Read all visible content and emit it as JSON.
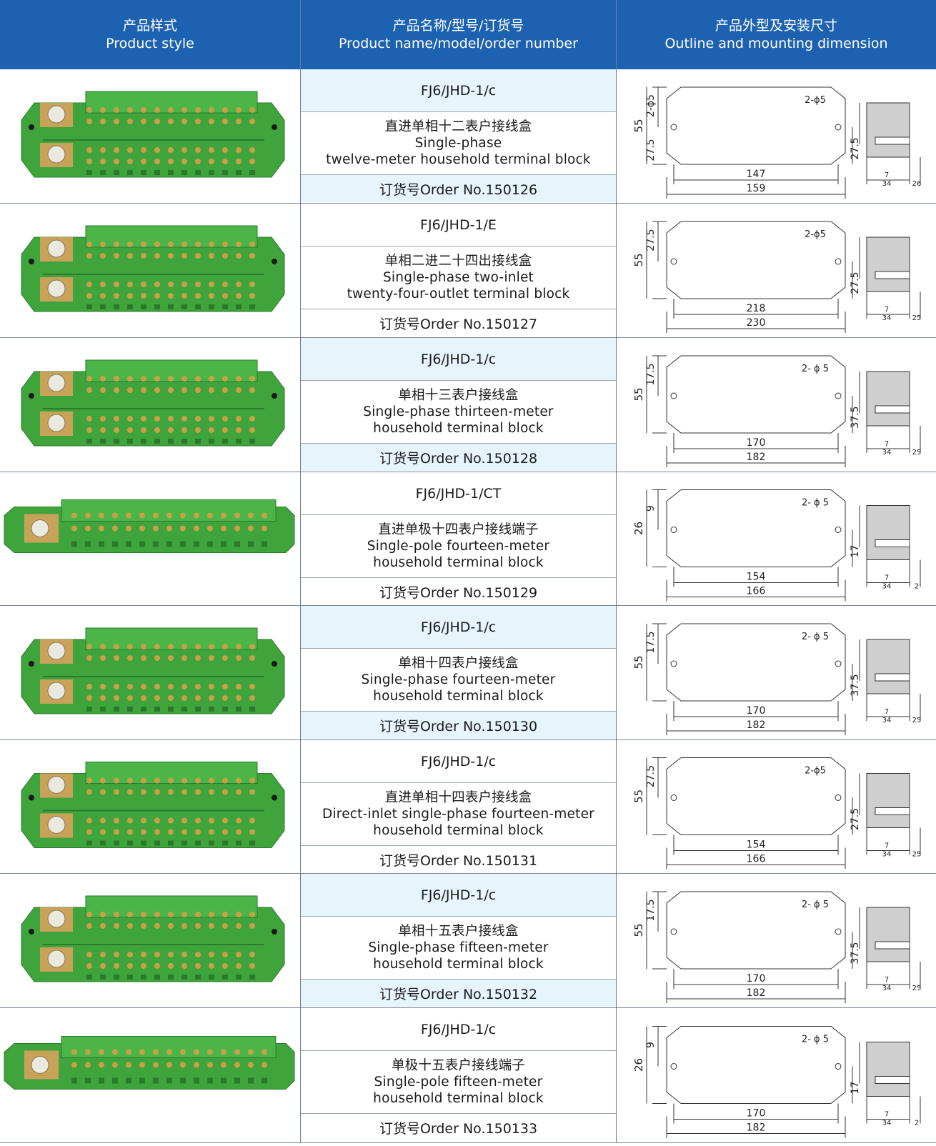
{
  "header": {
    "col1_cn": "产品样式",
    "col1_en": "Product style",
    "col2_cn": "产品名称/型号/订货号",
    "col2_en": "Product name/model/order number",
    "col3_cn": "产品外型及安装尺寸",
    "col3_en": "Outline and mounting dimension"
  },
  "colors": {
    "header_bg": "#1d62b0",
    "row_tint": "#e6f4fc",
    "product_green": "#3fa43c"
  },
  "products": [
    {
      "model": "FJ6/JHD-1/c",
      "name_cn": "直进单相十二表户接线盒",
      "name_en1": "Single-phase",
      "name_en2": "twelve-meter household terminal block",
      "order": "订货号Order No.150126",
      "dims": {
        "height": "55",
        "top": "2-ϕ5",
        "left_lower": "27.5",
        "hole": "2-ϕ5",
        "right": "27.5",
        "inner": "147",
        "outer": "159",
        "side_a": "7",
        "side_b": "34",
        "side_c": "26"
      }
    },
    {
      "model": "FJ6/JHD-1/E",
      "name_cn": "单相二进二十四出接线盒",
      "name_en1": "Single-phase two-inlet",
      "name_en2": "twenty-four-outlet terminal block",
      "order": "订货号Order No.150127",
      "dims": {
        "height": "55",
        "top": "27.5",
        "left_lower": "",
        "hole": "2-ϕ5",
        "right": "27.5",
        "inner": "218",
        "outer": "230",
        "side_a": "7",
        "side_b": "34",
        "side_c": "25"
      }
    },
    {
      "model": "FJ6/JHD-1/c",
      "name_cn": "单相十三表户接线盒",
      "name_en1": "Single-phase thirteen-meter",
      "name_en2": "household terminal block",
      "order": "订货号Order No.150128",
      "dims": {
        "height": "55",
        "top": "17.5",
        "left_lower": "",
        "hole": "2- ϕ 5",
        "right": "37.5",
        "inner": "170",
        "outer": "182",
        "side_a": "7",
        "side_b": "34",
        "side_c": "25"
      }
    },
    {
      "model": "FJ6/JHD-1/CT",
      "name_cn": "直进单极十四表户接线端子",
      "name_en1": "Single-pole fourteen-meter",
      "name_en2": "household terminal block",
      "order": "订货号Order No.150129",
      "dims": {
        "height": "26",
        "top": "9",
        "left_lower": "",
        "hole": "2- ϕ 5",
        "right": "17",
        "inner": "154",
        "outer": "166",
        "side_a": "7",
        "side_b": "34",
        "side_c": "2"
      }
    },
    {
      "model": "FJ6/JHD-1/c",
      "name_cn": "单相十四表户接线盒",
      "name_en1": "Single-phase fourteen-meter",
      "name_en2": "household terminal block",
      "order": "订货号Order No.150130",
      "dims": {
        "height": "55",
        "top": "17.5",
        "left_lower": "",
        "hole": "2- ϕ 5",
        "right": "37.5",
        "inner": "170",
        "outer": "182",
        "side_a": "7",
        "side_b": "34",
        "side_c": "25"
      }
    },
    {
      "model": "FJ6/JHD-1/c",
      "name_cn": "直进单相十四表户接线盒",
      "name_en1": "Direct-inlet single-phase fourteen-meter",
      "name_en2": "household terminal block",
      "order": "订货号Order No.150131",
      "dims": {
        "height": "55",
        "top": "27.5",
        "left_lower": "",
        "hole": "2-ϕ5",
        "right": "27.5",
        "inner": "154",
        "outer": "166",
        "side_a": "7",
        "side_b": "34",
        "side_c": "25"
      }
    },
    {
      "model": "FJ6/JHD-1/c",
      "name_cn": "单相十五表户接线盒",
      "name_en1": "Single-phase fifteen-meter",
      "name_en2": "household terminal block",
      "order": "订货号Order No.150132",
      "dims": {
        "height": "55",
        "top": "17.5",
        "left_lower": "",
        "hole": "2- ϕ 5",
        "right": "37.5",
        "inner": "170",
        "outer": "182",
        "side_a": "7",
        "side_b": "34",
        "side_c": "25"
      }
    },
    {
      "model": "FJ6/JHD-1/c",
      "name_cn": "单极十五表户接线端子",
      "name_en1": "Single-pole fifteen-meter",
      "name_en2": "household terminal block",
      "order": "订货号Order No.150133",
      "dims": {
        "height": "26",
        "top": "9",
        "left_lower": "",
        "hole": "2- ϕ 5",
        "right": "17",
        "inner": "170",
        "outer": "182",
        "side_a": "7",
        "side_b": "34",
        "side_c": "2"
      }
    }
  ]
}
